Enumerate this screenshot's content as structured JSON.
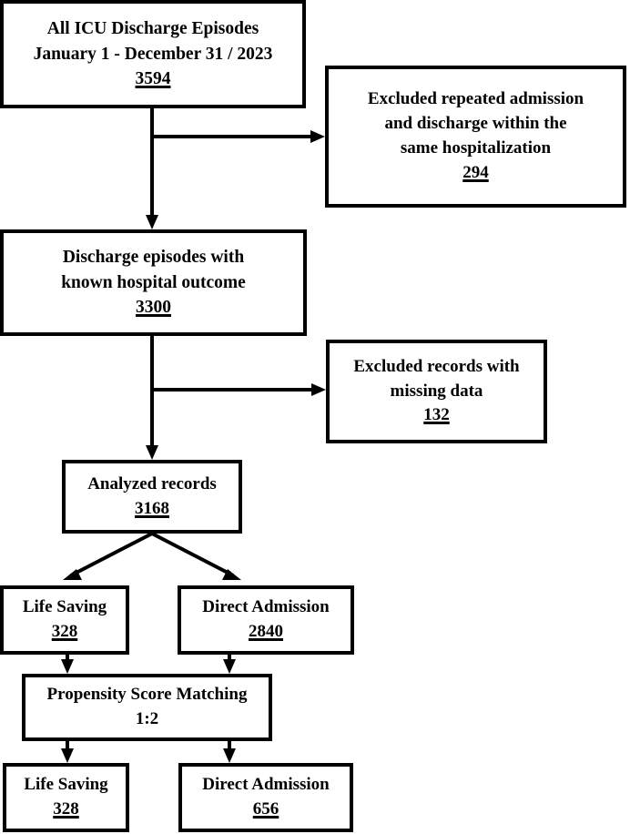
{
  "diagram": {
    "title": "ICU discharge episodes study flow diagram",
    "type": "flowchart",
    "stroke_color": "#000000",
    "background_color": "#ffffff"
  },
  "nodes": {
    "all_icu": {
      "line1": "All ICU Discharge Episodes",
      "line2": "January 1 -  December 31 / 2023",
      "count": "3594"
    },
    "excluded_repeated": {
      "line1": "Excluded repeated admission",
      "line2": "and discharge within the",
      "line3": "same hospitalization",
      "count": "294"
    },
    "known_outcome": {
      "line1": "Discharge episodes with",
      "line2": "known hospital outcome",
      "count": "3300"
    },
    "excluded_missing": {
      "line1": "Excluded records with",
      "line2": "missing data",
      "count": "132"
    },
    "analyzed": {
      "line1": "Analyzed records",
      "count": "3168"
    },
    "life_saving_pre": {
      "line1": "Life Saving",
      "count": "328"
    },
    "direct_admission_pre": {
      "line1": "Direct Admission",
      "count": "2840"
    },
    "propensity_matching": {
      "line1": "Propensity Score Matching",
      "count": "1:2"
    },
    "life_saving_post": {
      "line1": "Life Saving",
      "count": "328"
    },
    "direct_admission_post": {
      "line1": "Direct Admission",
      "count": "656"
    }
  }
}
